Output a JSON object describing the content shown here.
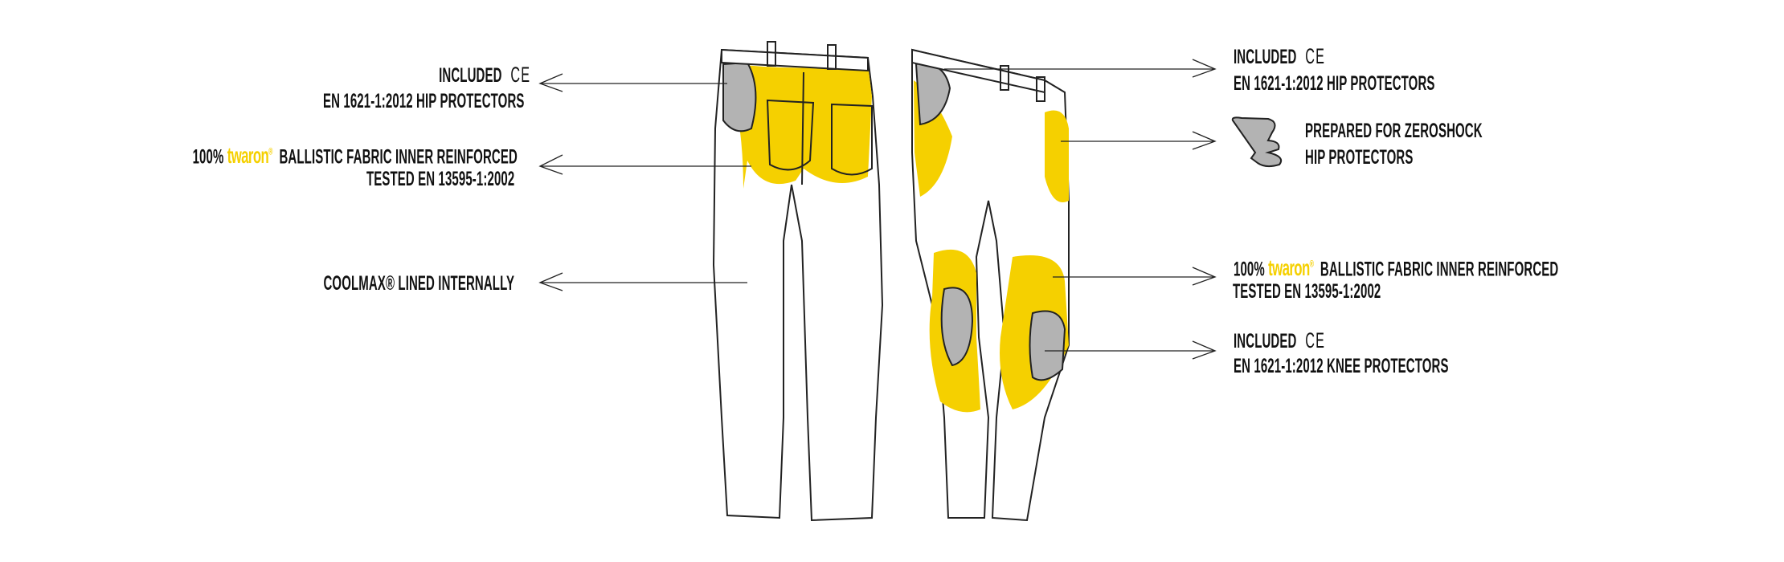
{
  "colors": {
    "accent": "#f5d000",
    "protector": "#b3b3b3",
    "outline": "#222222"
  },
  "left_callouts": [
    {
      "line1": "INCLUDED",
      "mark": "CE",
      "line2": "EN 1621-1:2012 HIP PROTECTORS"
    },
    {
      "prefix": "100%",
      "brand": "twaron",
      "reg": "®",
      "line1": "BALLISTIC FABRIC INNER REINFORCED",
      "line2": "TESTED EN 13595-1:2002"
    },
    {
      "line1": "COOLMAX® LINED INTERNALLY"
    }
  ],
  "right_callouts": [
    {
      "line1": "INCLUDED",
      "mark": "CE",
      "line2": "EN 1621-1:2012 HIP PROTECTORS"
    },
    {
      "line1": "PREPARED FOR ZEROSHOCK",
      "line2": "HIP PROTECTORS",
      "icon": "zeroshock-protector-icon"
    },
    {
      "prefix": "100%",
      "brand": "twaron",
      "reg": "®",
      "line1": "BALLISTIC FABRIC INNER REINFORCED",
      "line2": "TESTED EN 13595-1:2002"
    },
    {
      "line1": "INCLUDED",
      "mark": "CE",
      "line2": "EN 1621-1:2012 KNEE PROTECTORS"
    }
  ]
}
